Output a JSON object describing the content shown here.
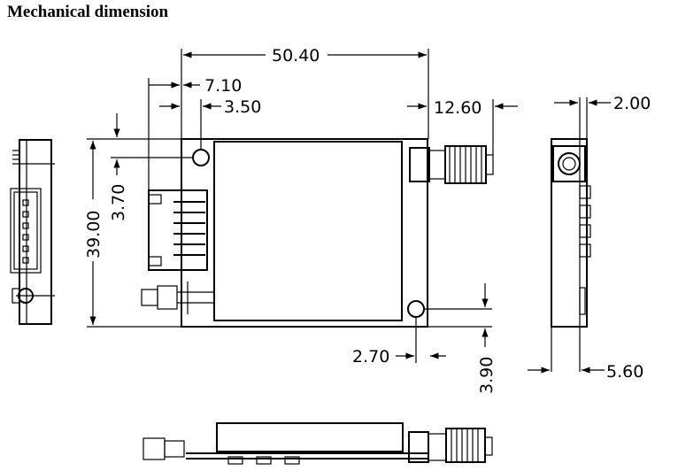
{
  "heading": "Mechanical dimension",
  "dimensions": {
    "overall_width": "50.40",
    "connector_offset": "7.10",
    "hole_offset_x": "3.50",
    "antenna_length": "12.60",
    "side_thickness": "2.00",
    "overall_height": "39.00",
    "hole_offset_y": "3.70",
    "hole2_offset_x": "2.70",
    "hole2_offset_y": "3.90",
    "side_depth": "5.60"
  }
}
